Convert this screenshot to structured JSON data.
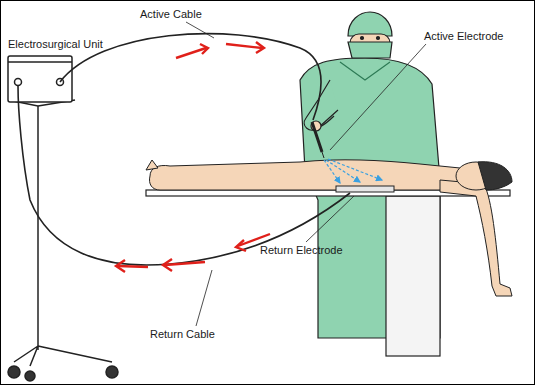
{
  "diagram": {
    "labels": [
      "Electrosurgical Unit",
      "Active Cable",
      "Active Electrode",
      "Return Electrode",
      "Return Cable"
    ]
  }
}
